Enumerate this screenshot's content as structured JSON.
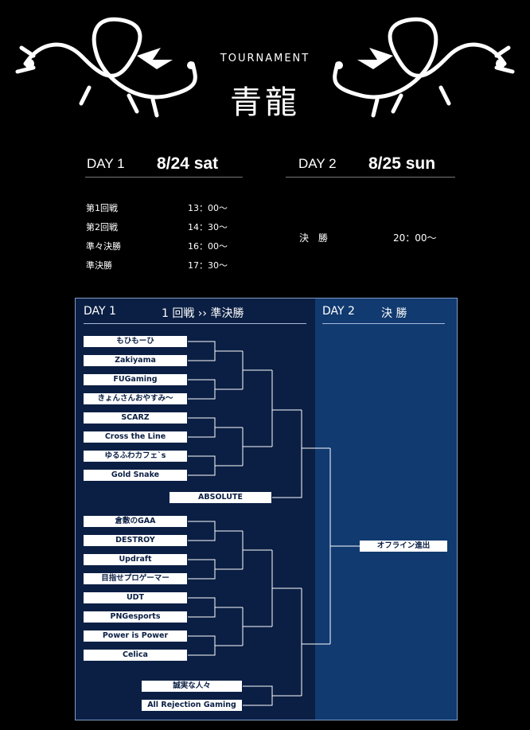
{
  "header": {
    "subtitle": "TOURNAMENT",
    "title": "青龍"
  },
  "day1": {
    "label": "DAY 1",
    "date": "8/24 sat",
    "schedule": [
      {
        "round": "第1回戦",
        "time": "13：00〜"
      },
      {
        "round": "第2回戦",
        "time": "14：30〜"
      },
      {
        "round": "準々決勝",
        "time": "16：00〜"
      },
      {
        "round": "準決勝",
        "time": "17：30〜"
      }
    ]
  },
  "day2": {
    "label": "DAY 2",
    "date": "8/25 sun",
    "schedule": [
      {
        "round": "決 勝",
        "time": "20：00〜"
      }
    ]
  },
  "bracket": {
    "day1_label": "DAY 1",
    "day1_rounds": "1 回戦 ›› 準決勝",
    "day2_label": "DAY 2",
    "day2_rounds": "決 勝",
    "teams": [
      "もひもーひ",
      "Zakiyama",
      "FUGaming",
      "きょんさんおやすみ〜",
      "SCARZ",
      "Cross the Line",
      "ゆるふわカフェ`s",
      "Gold Snake",
      "ABSOLUTE",
      "倉敷のGAA",
      "DESTROY",
      "Updraft",
      "目指せプロゲーマー",
      "UDT",
      "PNGesports",
      "Power is Power",
      "Celica",
      "誠実な人々",
      "All Rejection Gaming"
    ],
    "final": "オフライン進出"
  },
  "colors": {
    "background": "#000000",
    "bracket_bg": "#0b1f44",
    "day2_bg": "#113a70",
    "line": "#ffffff"
  },
  "icons": [
    "dragon-left-icon",
    "dragon-right-icon"
  ]
}
